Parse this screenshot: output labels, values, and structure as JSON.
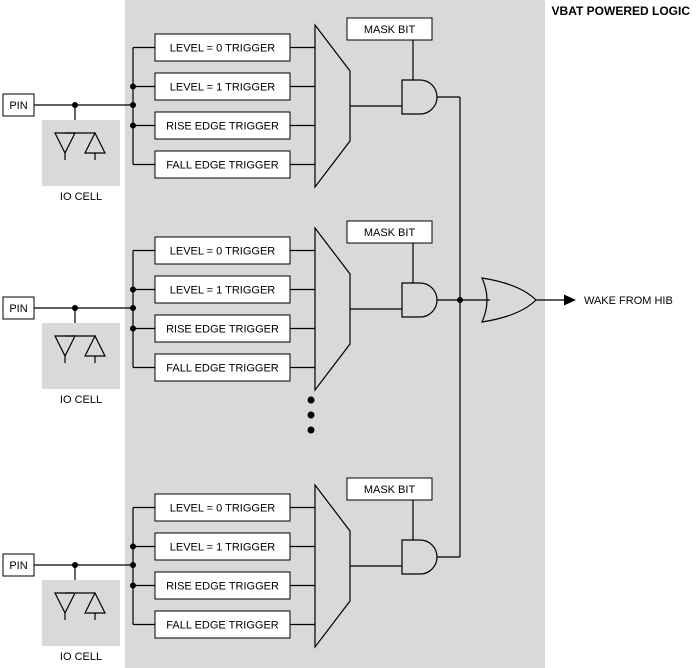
{
  "title": "VBAT POWERED LOGIC",
  "output": {
    "label": "WAKE FROM HIB"
  },
  "labels": {
    "pin": "PIN",
    "io_cell": "IO CELL",
    "mask_bit": "MASK BIT"
  },
  "triggers": [
    "LEVEL = 0 TRIGGER",
    "LEVEL = 1 TRIGGER",
    "RISE EDGE TRIGGER",
    "FALL EDGE TRIGGER"
  ],
  "channel_count": 3,
  "colors": {
    "region_bg": "#d9d9d9",
    "box_fill": "#ffffff",
    "line": "#000000"
  }
}
